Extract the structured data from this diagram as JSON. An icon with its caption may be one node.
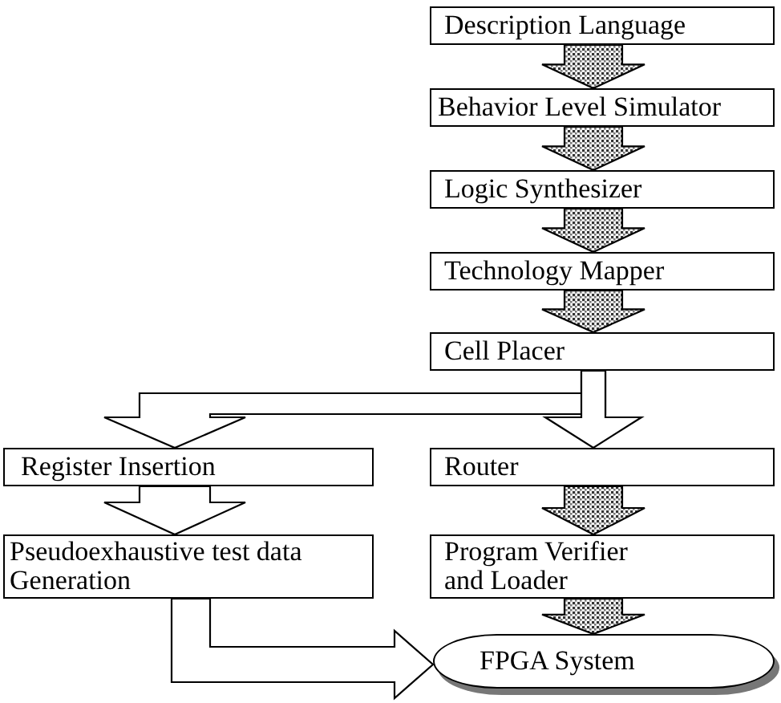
{
  "diagram": {
    "nodes": [
      {
        "text": [
          "Description Language"
        ]
      },
      {
        "text": [
          "Behavior Level Simulator"
        ]
      },
      {
        "text": [
          "Logic Synthesizer"
        ]
      },
      {
        "text": [
          "Technology Mapper"
        ]
      },
      {
        "text": [
          "Cell Placer"
        ]
      },
      {
        "text": [
          "Register Insertion"
        ]
      },
      {
        "text": [
          "Router"
        ]
      },
      {
        "text": [
          "Pseudoexhaustive test data Generation"
        ]
      },
      {
        "text": [
          "Program Verifier and Loader"
        ]
      },
      {
        "text": [
          "FPGA System"
        ]
      }
    ],
    "edges": [
      {
        "from": 0,
        "to": 1,
        "arrow": "to"
      },
      {
        "from": 1,
        "to": 2,
        "arrow": "to"
      },
      {
        "from": 2,
        "to": 3,
        "arrow": "to"
      },
      {
        "from": 3,
        "to": 4,
        "arrow": "to"
      },
      {
        "from": 4,
        "to": 5,
        "arrow": "to",
        "color": "#ffffff"
      },
      {
        "from": 4,
        "to": 6,
        "arrow": "to",
        "color": "#ffffff"
      },
      {
        "from": 5,
        "to": 7,
        "arrow": "to",
        "color": "#ffffff"
      },
      {
        "from": 6,
        "to": 8,
        "arrow": "to"
      },
      {
        "from": 7,
        "to": 9,
        "arrow": "to",
        "color": "#ffffff"
      },
      {
        "from": 8,
        "to": 9,
        "arrow": "to"
      }
    ]
  }
}
